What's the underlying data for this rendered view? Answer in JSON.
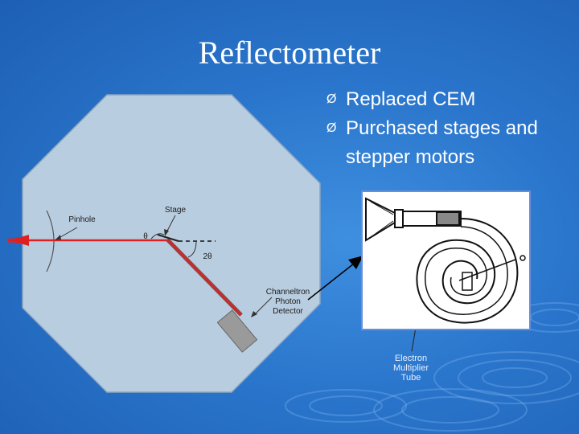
{
  "slide": {
    "title": "Reflectometer",
    "bullets": [
      {
        "icon": "arrow-bullet-icon",
        "glyph": "Ø",
        "text": "Replaced CEM"
      },
      {
        "icon": "arrow-bullet-icon",
        "glyph": "Ø",
        "text": "Purchased stages and stepper motors"
      }
    ]
  },
  "diagram": {
    "labels": {
      "pinhole": "Pinhole",
      "stage": "Stage",
      "theta": "θ",
      "two_theta": "2θ",
      "detector": "Channeltron Photon Detector",
      "electron_multiplier": "Electron Multiplier Tube"
    }
  },
  "colors": {
    "background": "#2a76cc",
    "chamber": "#b9cde0",
    "beam": "#e02020",
    "detector_body": "#9a9a9a"
  }
}
